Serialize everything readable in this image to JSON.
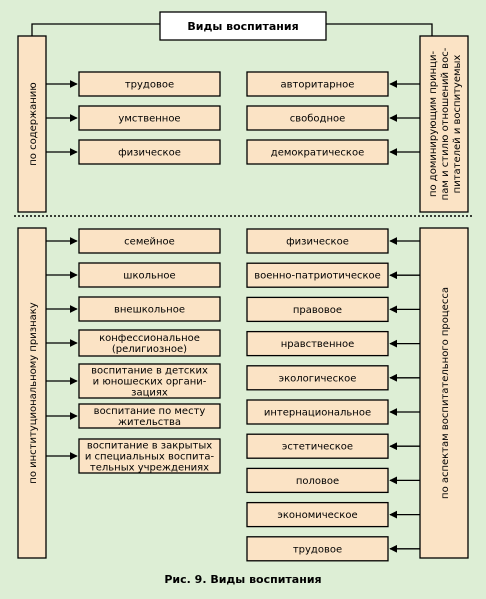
{
  "title": "Виды воспитания",
  "caption": "Рис. 9. Виды воспитания",
  "colors": {
    "background": "#ddeed5",
    "box_fill": "#fbe3c5",
    "box_stroke": "#000000",
    "title_fill": "#ffffff"
  },
  "left_top_label": "по содержанию",
  "left_bottom_label": "по институциональному признаку",
  "right_top_label": [
    "по доминирующим принци-",
    "пам и стилю отношений вос-",
    "питателей и воспитуемых"
  ],
  "right_bottom_label": "по аспектам воспитательного процесса",
  "content_items": [
    "трудовое",
    "умственное",
    "физическое"
  ],
  "style_items": [
    "авторитарное",
    "свободное",
    "демократическое"
  ],
  "institutional_items": [
    [
      "семейное"
    ],
    [
      "школьное"
    ],
    [
      "внешкольное"
    ],
    [
      "конфессиональное",
      "(религиозное)"
    ],
    [
      "воспитание в детских",
      "и юношеских органи-",
      "зациях"
    ],
    [
      "воспитание по месту",
      "жительства"
    ],
    [
      "воспитание в закрытых",
      "и специальных воспита-",
      "тельных учреждениях"
    ]
  ],
  "aspect_items": [
    "физическое",
    "военно-патриотическое",
    "правовое",
    "нравственное",
    "экологическое",
    "интернациональное",
    "эстетическое",
    "половое",
    "экономическое",
    "трудовое"
  ]
}
